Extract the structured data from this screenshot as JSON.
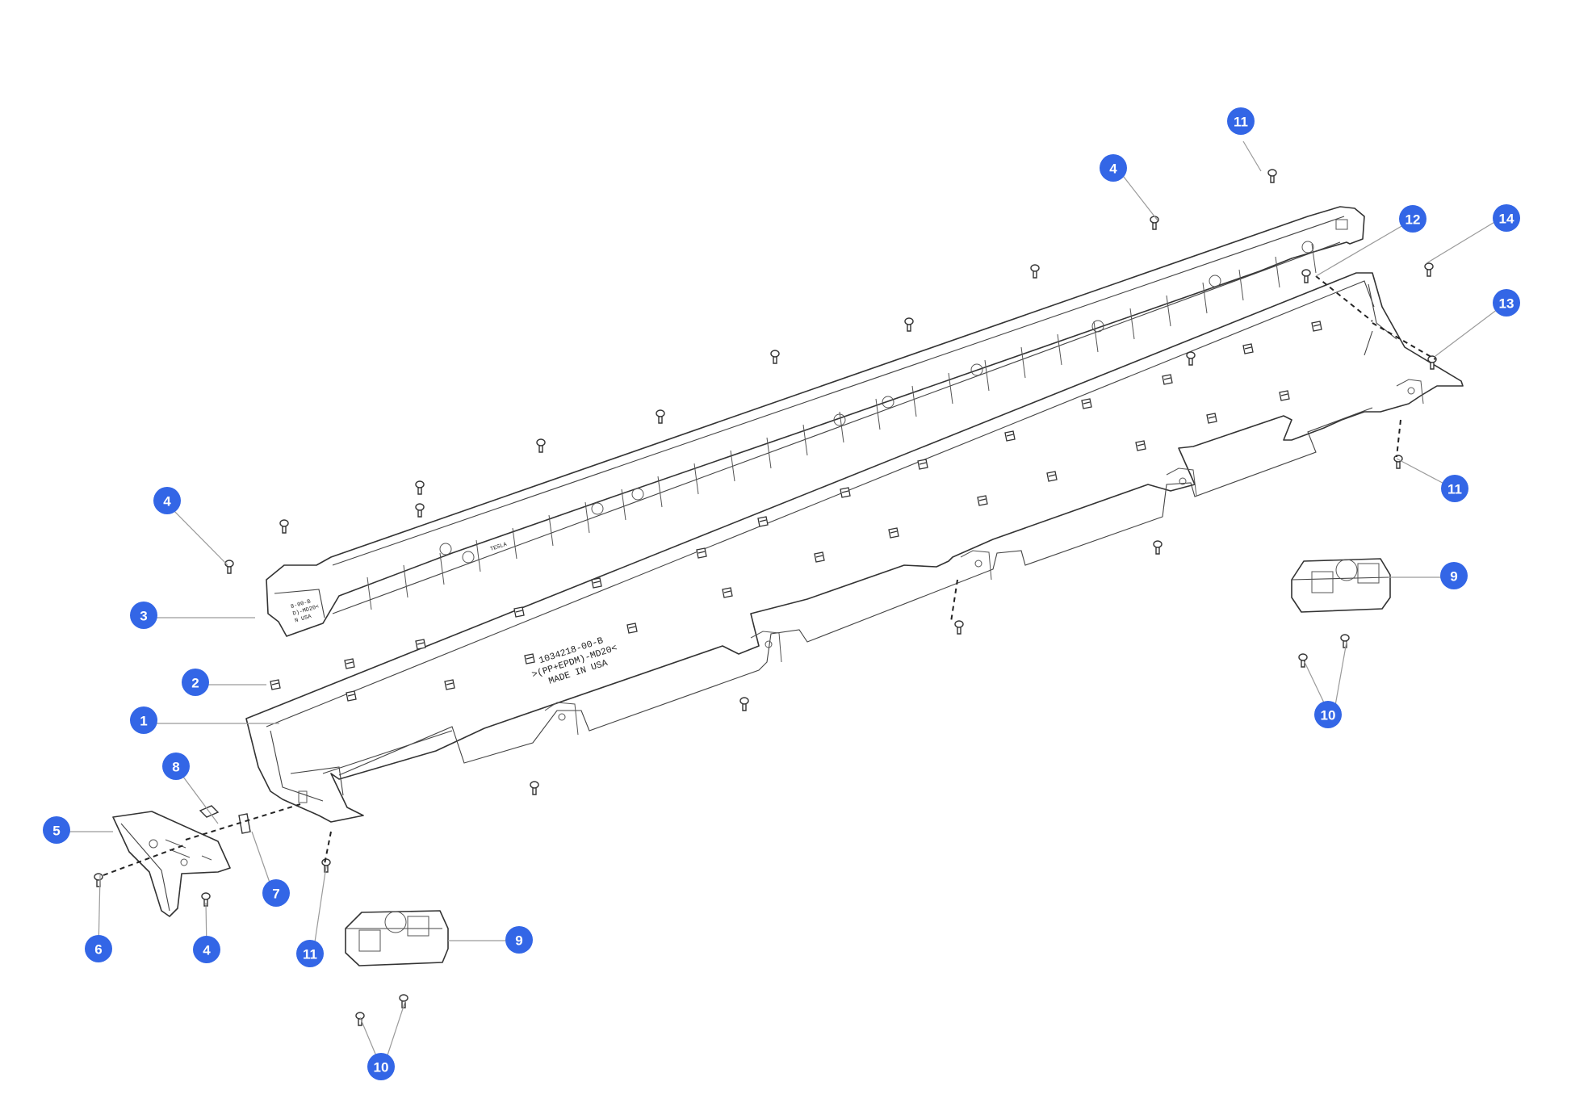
{
  "callouts": [
    {
      "label": "1"
    },
    {
      "label": "2"
    },
    {
      "label": "3"
    },
    {
      "label": "4"
    },
    {
      "label": "4"
    },
    {
      "label": "4"
    },
    {
      "label": "5"
    },
    {
      "label": "6"
    },
    {
      "label": "7"
    },
    {
      "label": "8"
    },
    {
      "label": "9"
    },
    {
      "label": "9"
    },
    {
      "label": "10"
    },
    {
      "label": "10"
    },
    {
      "label": "11"
    },
    {
      "label": "11"
    },
    {
      "label": "11"
    },
    {
      "label": "12"
    },
    {
      "label": "13"
    },
    {
      "label": "14"
    }
  ],
  "part_stamp": {
    "line1": "1034218-00-B",
    "line2": ">(PP+EPDM)-MD20<",
    "line3": "MADE IN USA"
  },
  "bracket_stamp": {
    "line1": "8-00-B",
    "line2": "D)-MD20<",
    "line3": "N USA"
  },
  "bracket_logo": "TESLA",
  "colors": {
    "callout_fill": "#3366e6",
    "callout_text": "#ffffff",
    "line_art": "#333333",
    "leader": "#9a9a9a"
  }
}
